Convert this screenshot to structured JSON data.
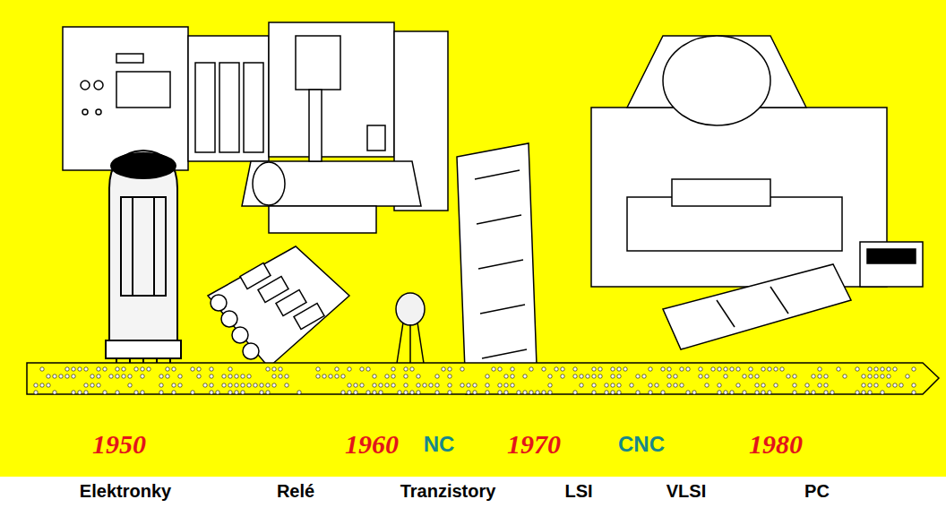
{
  "diagram": {
    "labels": [
      "1950",
      "1960",
      "NC",
      "1970",
      "CNC",
      "1980",
      "Elektronky",
      "Relé",
      "Tranzistory",
      "LSI",
      "VLSI",
      "PC"
    ]
  }
}
